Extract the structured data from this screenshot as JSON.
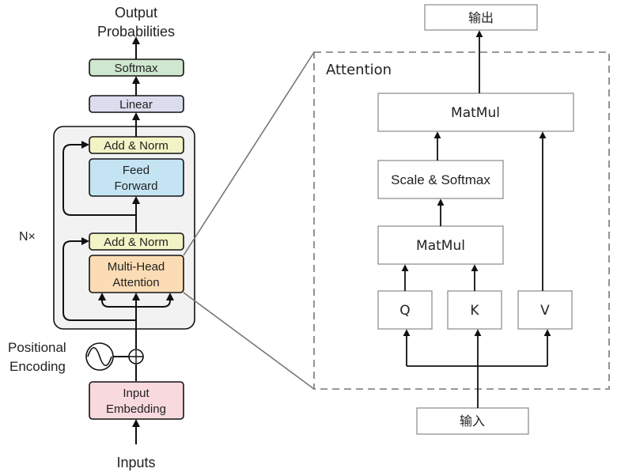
{
  "encoder": {
    "output_label_1": "Output",
    "output_label_2": "Probabilities",
    "softmax": "Softmax",
    "linear": "Linear",
    "add_norm_top": "Add & Norm",
    "feed_forward_1": "Feed",
    "feed_forward_2": "Forward",
    "add_norm_bottom": "Add & Norm",
    "mha_1": "Multi-Head",
    "mha_2": "Attention",
    "nx": "N×",
    "pos_enc_1": "Positional",
    "pos_enc_2": "Encoding",
    "input_emb_1": "Input",
    "input_emb_2": "Embedding",
    "inputs": "Inputs"
  },
  "attention": {
    "title": "Attention",
    "output": "输出",
    "matmul_top": "MatMul",
    "scale_softmax": "Scale & Softmax",
    "matmul_bottom": "MatMul",
    "q": "Q",
    "k": "K",
    "v": "V",
    "input": "输入"
  },
  "colors": {
    "softmax": "#cfe6cf",
    "linear": "#dcdcef",
    "add_norm": "#f3f4c6",
    "feed_forward": "#c4e4f3",
    "mha": "#fbdcb4",
    "input_embedding": "#f8d9de",
    "encoder_bg": "#f2f2f2"
  }
}
